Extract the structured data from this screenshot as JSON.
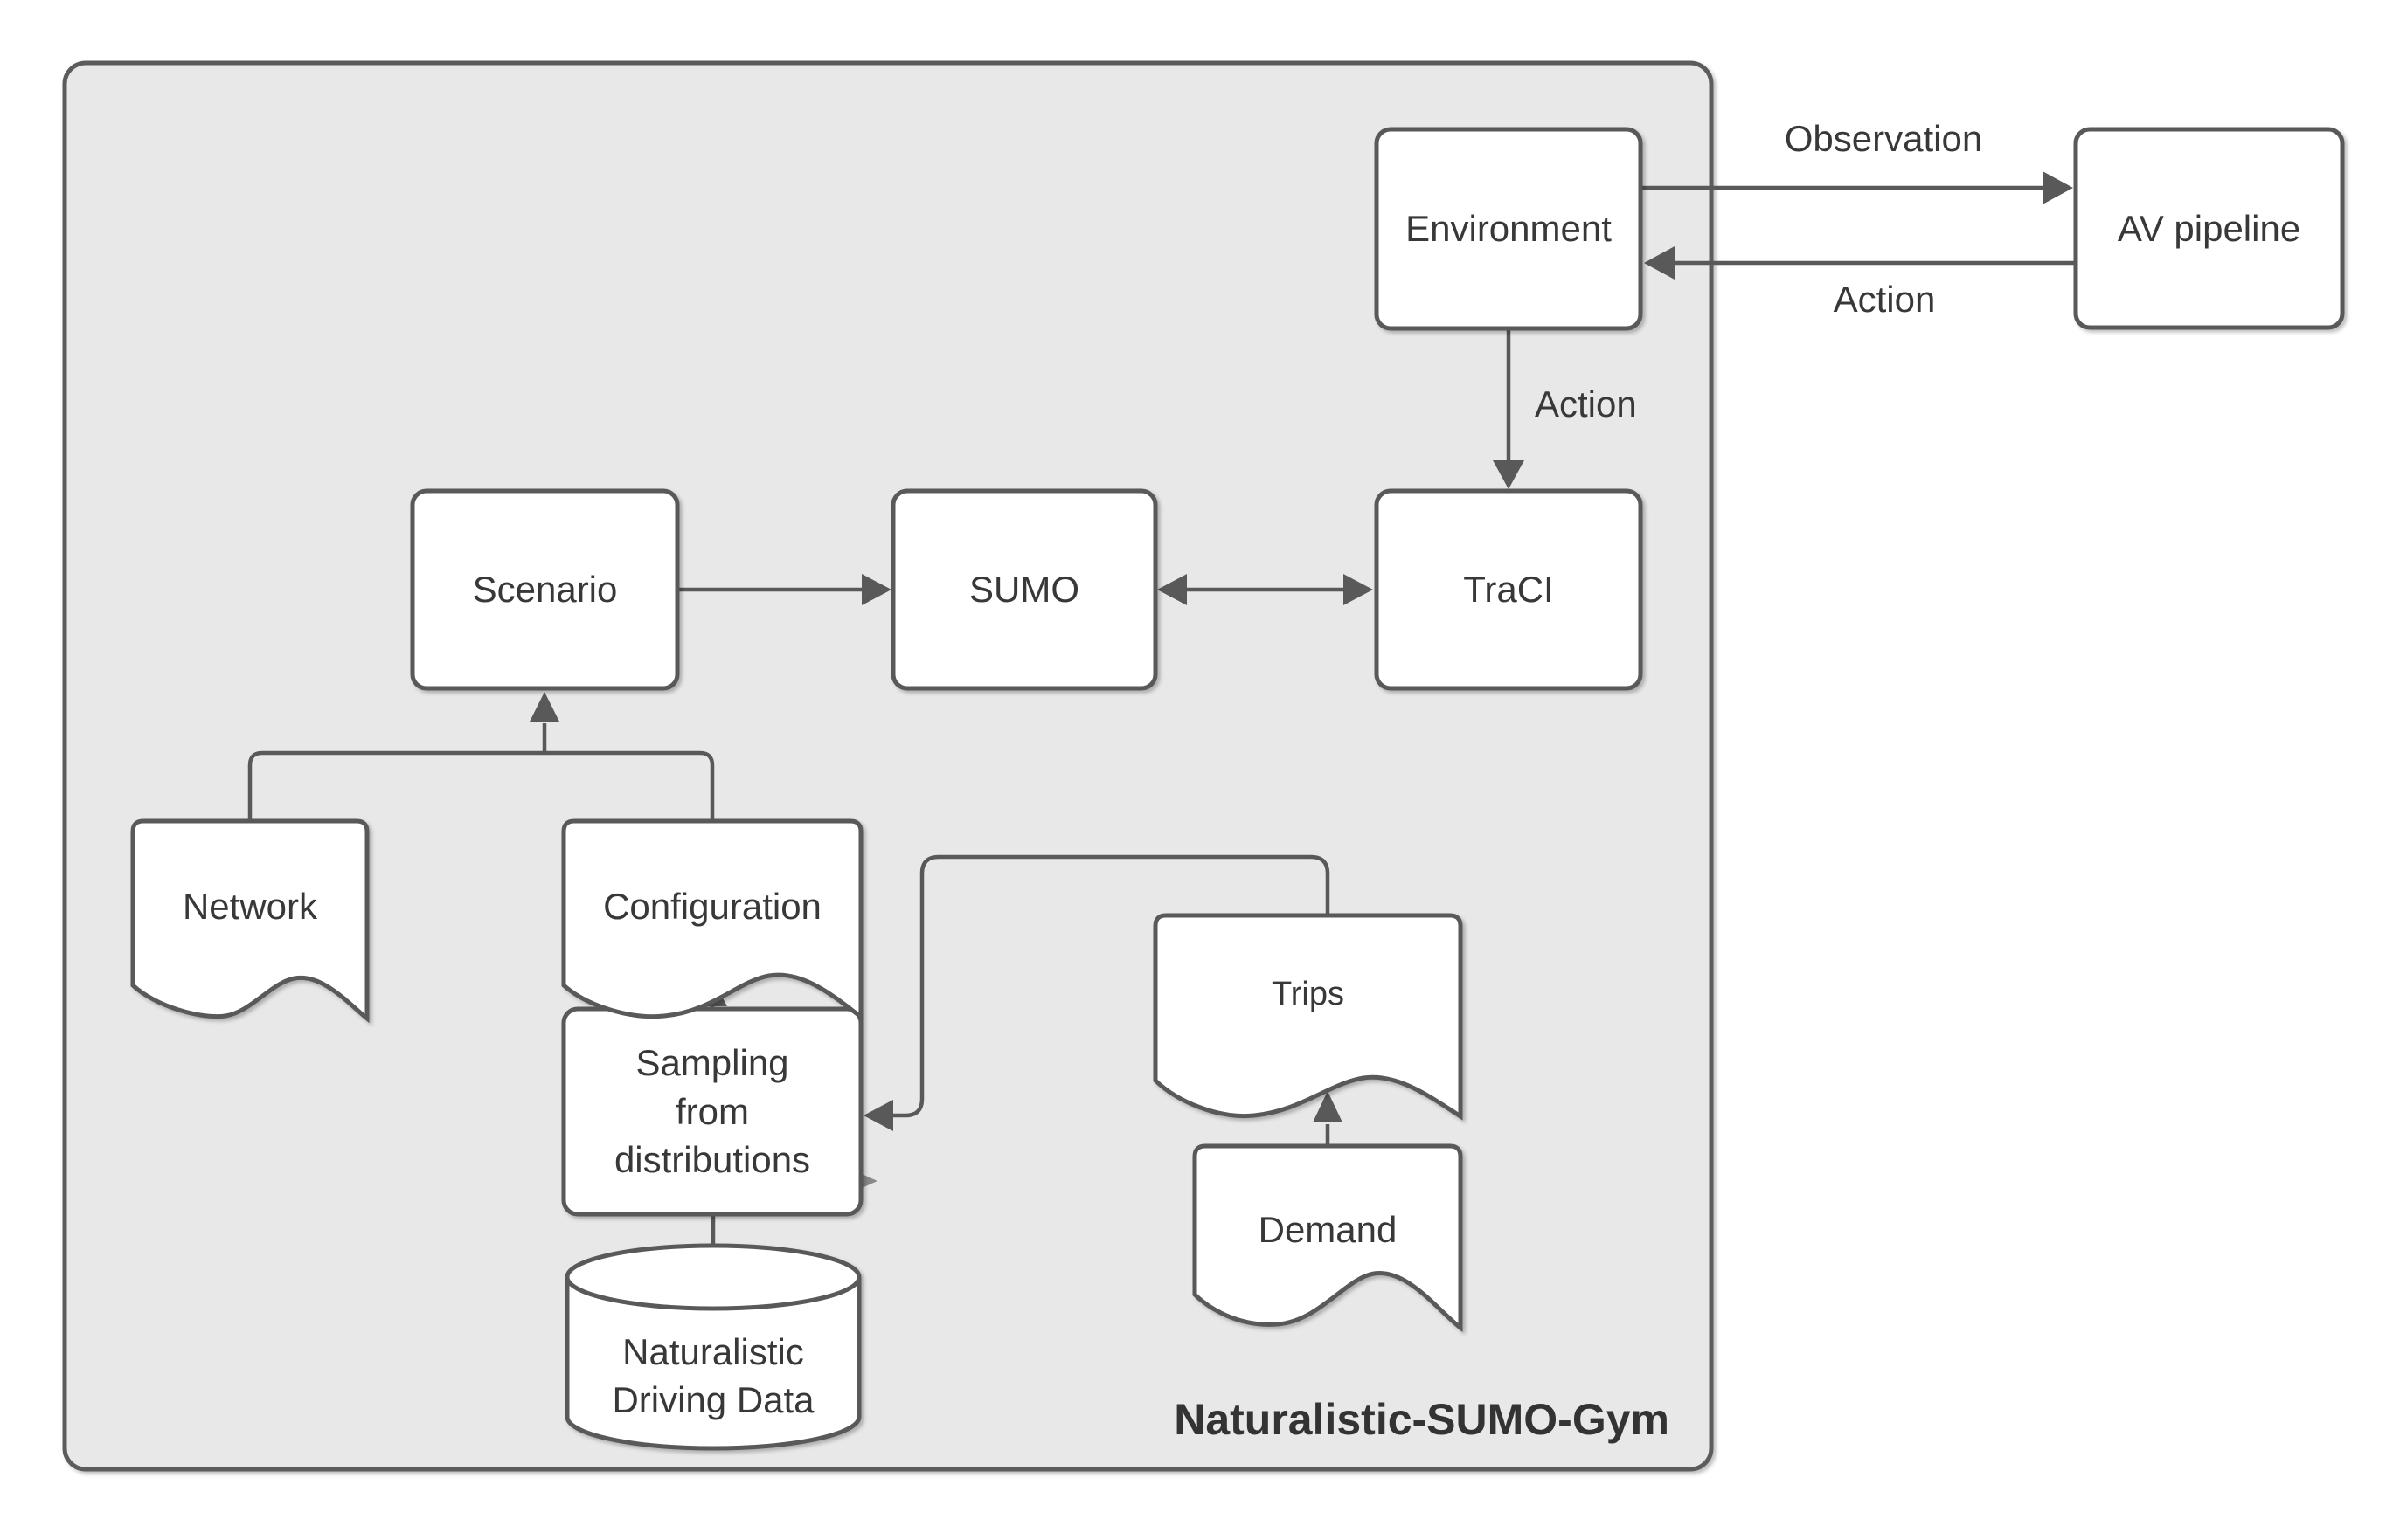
{
  "diagram": {
    "title": "Naturalistic-SUMO-Gym",
    "colors": {
      "container_fill": "#e8e8e8",
      "container_stroke": "#5c5c5c",
      "shape_fill": "#ffffff",
      "shape_stroke": "#595959",
      "connector": "#595959",
      "text": "#383838",
      "title_text": "#333333"
    },
    "nodes": {
      "environment": {
        "label": "Environment",
        "shape": "rounded-rectangle"
      },
      "av_pipeline": {
        "label": "AV pipeline",
        "shape": "rounded-rectangle"
      },
      "scenario": {
        "label": "Scenario",
        "shape": "rounded-rectangle"
      },
      "sumo": {
        "label": "SUMO",
        "shape": "rounded-rectangle"
      },
      "traci": {
        "label": "TraCI",
        "shape": "rounded-rectangle"
      },
      "network": {
        "label": "Network",
        "shape": "document"
      },
      "configuration": {
        "label": "Configuration",
        "shape": "document"
      },
      "sampling": {
        "label": "Sampling\nfrom\ndistributions",
        "shape": "rounded-rectangle"
      },
      "naturalistic_driving_data": {
        "label": "Naturalistic\nDriving Data",
        "shape": "cylinder"
      },
      "trips": {
        "label": "Trips",
        "shape": "document"
      },
      "demand": {
        "label": "Demand",
        "shape": "document"
      }
    },
    "edge_labels": {
      "observation": "Observation",
      "action_return": "Action",
      "action_down": "Action"
    },
    "edges": [
      {
        "from": "Environment",
        "to": "AV pipeline",
        "label": "Observation"
      },
      {
        "from": "AV pipeline",
        "to": "Environment",
        "label": "Action"
      },
      {
        "from": "Environment",
        "to": "TraCI",
        "label": "Action"
      },
      {
        "from": "Scenario",
        "to": "SUMO",
        "label": ""
      },
      {
        "from": "SUMO",
        "to": "TraCI",
        "label": "",
        "bidirectional": true
      },
      {
        "from": "Network",
        "to": "Scenario",
        "label": ""
      },
      {
        "from": "Configuration",
        "to": "Scenario",
        "label": ""
      },
      {
        "from": "Sampling from distributions",
        "to": "Configuration",
        "label": ""
      },
      {
        "from": "Naturalistic Driving Data",
        "to": "Sampling from distributions",
        "label": ""
      },
      {
        "from": "Demand",
        "to": "Trips",
        "label": ""
      },
      {
        "from": "Trips",
        "to": "Sampling from distributions",
        "label": ""
      }
    ]
  }
}
